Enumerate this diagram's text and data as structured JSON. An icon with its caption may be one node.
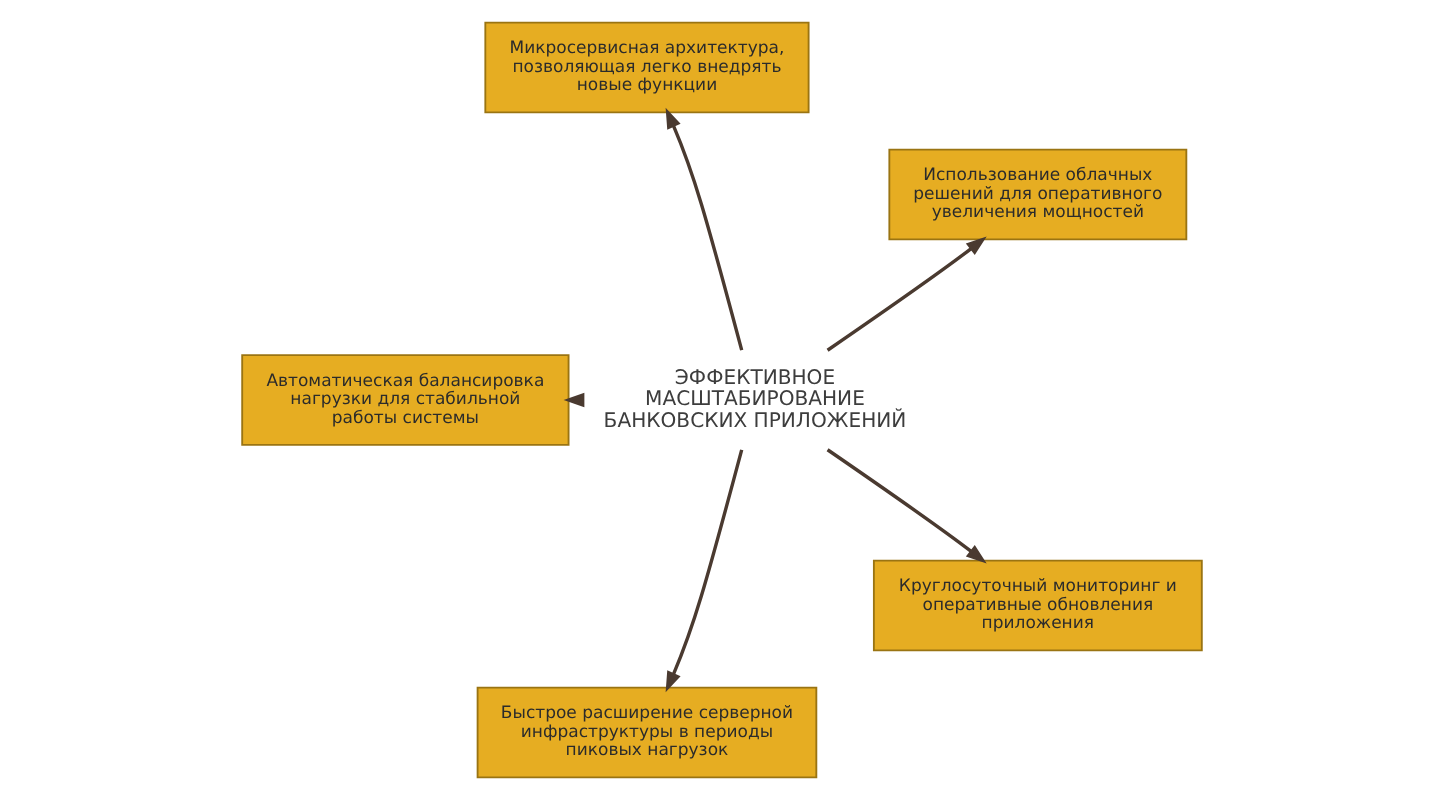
{
  "diagram": {
    "nodes": [
      {
        "text": [
          "ЭФФЕКТИВНОЕ МАСШТАБИРОВАНИЕ БАНКОВСКИХ ПРИЛОЖЕНИЙ"
        ]
      },
      {
        "text": [
          "Использование облачных решений для оперативного увеличения мощностей"
        ]
      },
      {
        "text": [
          "Микросервисная архитектура, позволяющая легко внедрять новые функции"
        ]
      },
      {
        "text": [
          "Автоматическая балансировка нагрузки для стабильной работы системы"
        ]
      },
      {
        "text": [
          "Быстрое расширение серверной инфраструктуры в периоды пиковых нагрузок"
        ]
      },
      {
        "text": [
          "Круглосуточный мониторинг и оперативные обновления приложения"
        ]
      }
    ],
    "edges": [
      {
        "from": 0,
        "to": 1,
        "arrow": "to"
      },
      {
        "from": 0,
        "to": 2,
        "arrow": "to"
      },
      {
        "from": 0,
        "to": 3,
        "arrow": "to"
      },
      {
        "from": 0,
        "to": 4,
        "arrow": "to"
      },
      {
        "from": 0,
        "to": 5,
        "arrow": "to"
      }
    ]
  }
}
